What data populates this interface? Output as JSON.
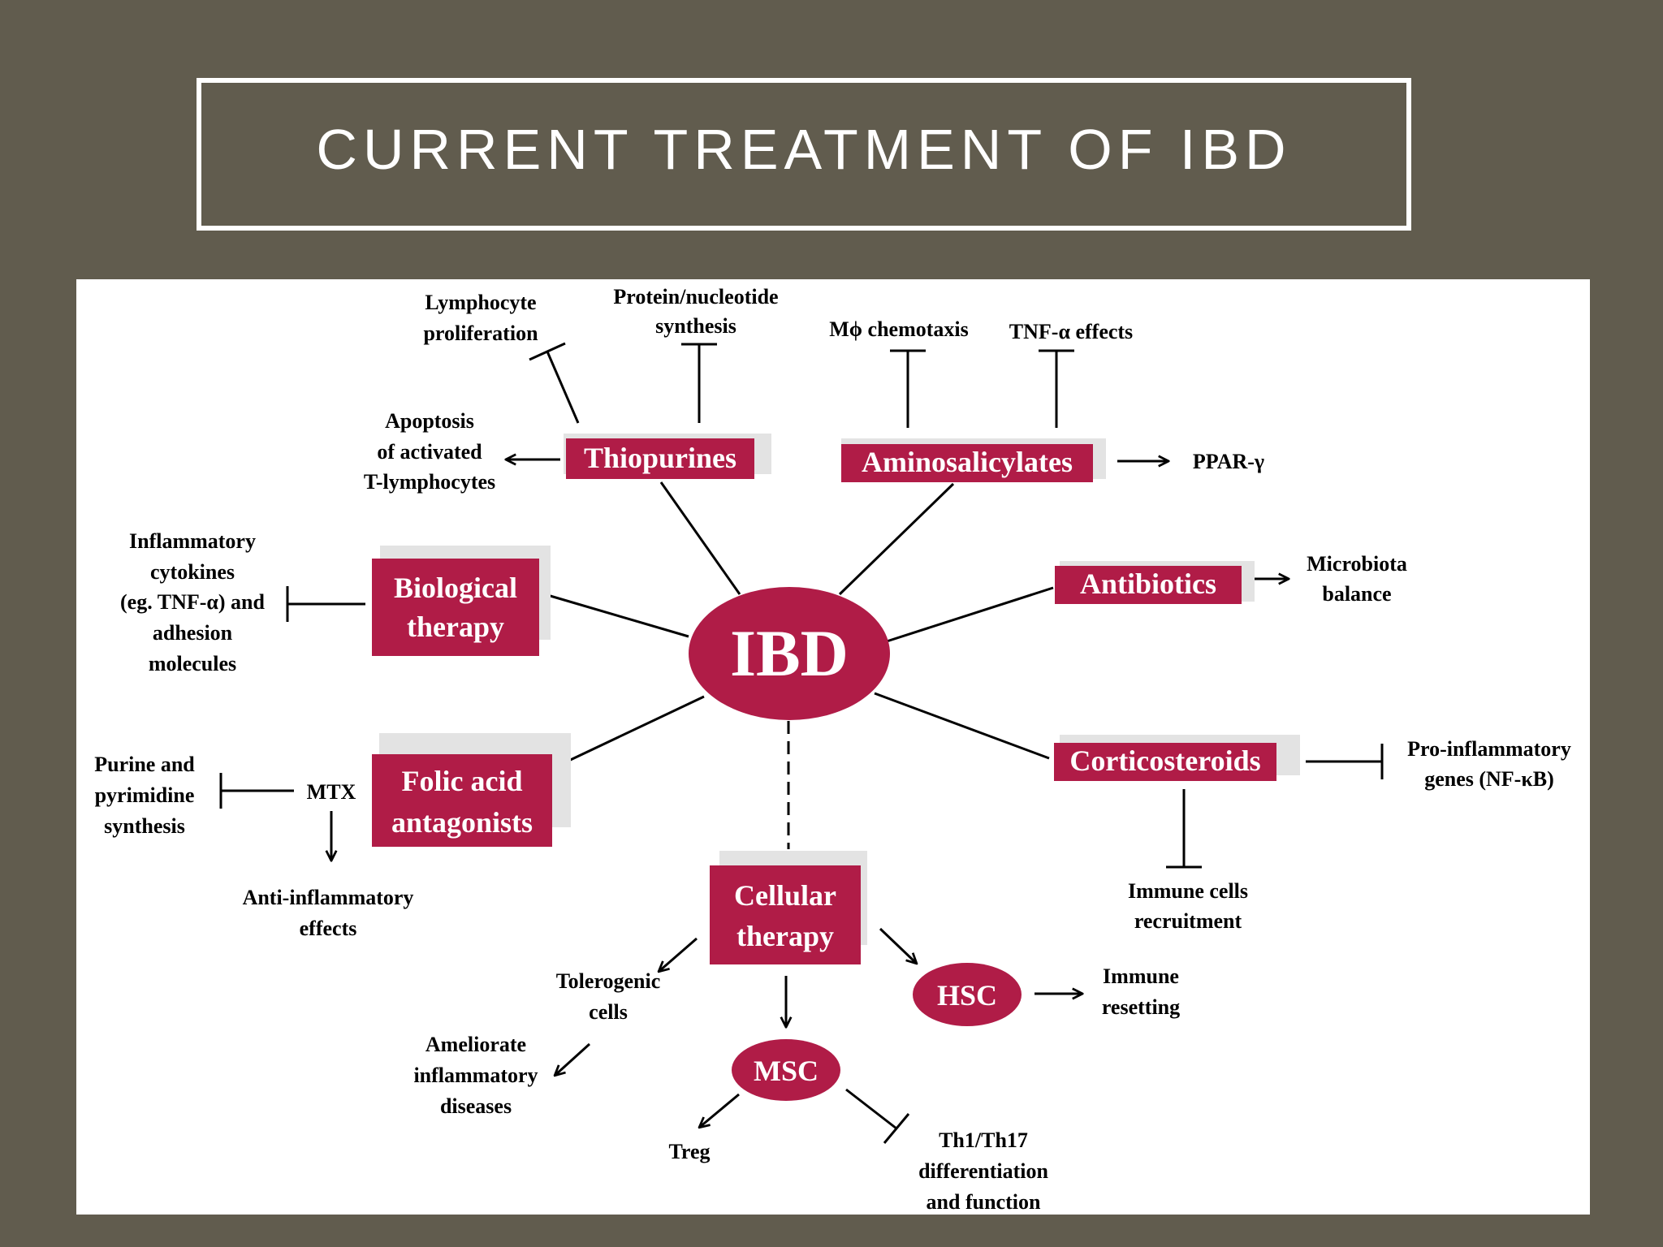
{
  "slide": {
    "title": "CURRENT TREATMENT OF IBD",
    "bg_color": "#615c4e",
    "accent_color": "#b01c47"
  },
  "diagram": {
    "center": "IBD",
    "thiopurines": {
      "label": "Thiopurines",
      "lymphocyte": [
        "Lymphocyte",
        "proliferation"
      ],
      "protein": [
        "Protein/nucleotide",
        "synthesis"
      ],
      "apoptosis": [
        "Apoptosis",
        "of activated",
        "T-lymphocytes"
      ]
    },
    "aminosalicylates": {
      "label": "Aminosalicylates",
      "chemotaxis": "Mϕ chemotaxis",
      "tnf": "TNF-α effects",
      "ppar": "PPAR-γ"
    },
    "antibiotics": {
      "label": "Antibiotics",
      "microbiota": [
        "Microbiota",
        "balance"
      ]
    },
    "biological": {
      "label": [
        "Biological",
        "therapy"
      ],
      "cytokines": [
        "Inflammatory",
        "cytokines",
        "(eg. TNF-α) and",
        "adhesion",
        "molecules"
      ]
    },
    "folic": {
      "label": [
        "Folic acid",
        "antagonists"
      ],
      "mtx": "MTX",
      "purine": [
        "Purine and",
        "pyrimidine",
        "synthesis"
      ],
      "anti": [
        "Anti-inflammatory",
        "effects"
      ]
    },
    "corticosteroids": {
      "label": "Corticosteroids",
      "proinflammatory": [
        "Pro-inflammatory",
        "genes (NF-κB)"
      ],
      "immune": [
        "Immune cells",
        "recruitment"
      ]
    },
    "cellular": {
      "label": [
        "Cellular",
        "therapy"
      ],
      "tolerogenic": [
        "Tolerogenic",
        "cells"
      ],
      "ameliorate": [
        "Ameliorate",
        "inflammatory",
        "diseases"
      ],
      "hsc": "HSC",
      "immune_resetting": [
        "Immune",
        "resetting"
      ],
      "msc": "MSC",
      "treg": "Treg",
      "th": [
        "Th1/Th17",
        "differentiation",
        "and function"
      ]
    }
  }
}
